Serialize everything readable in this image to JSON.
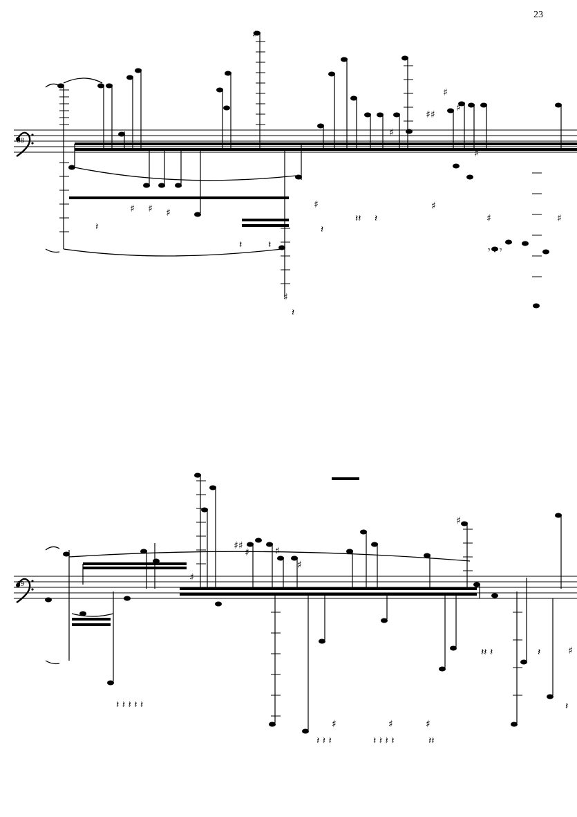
{
  "page": {
    "number": "23"
  },
  "systems": [
    {
      "measure_number": "68",
      "clef": "bass"
    },
    {
      "measure_number": "69",
      "clef": "bass"
    }
  ],
  "colors": {
    "ink": "#000000",
    "paper": "#ffffff"
  }
}
